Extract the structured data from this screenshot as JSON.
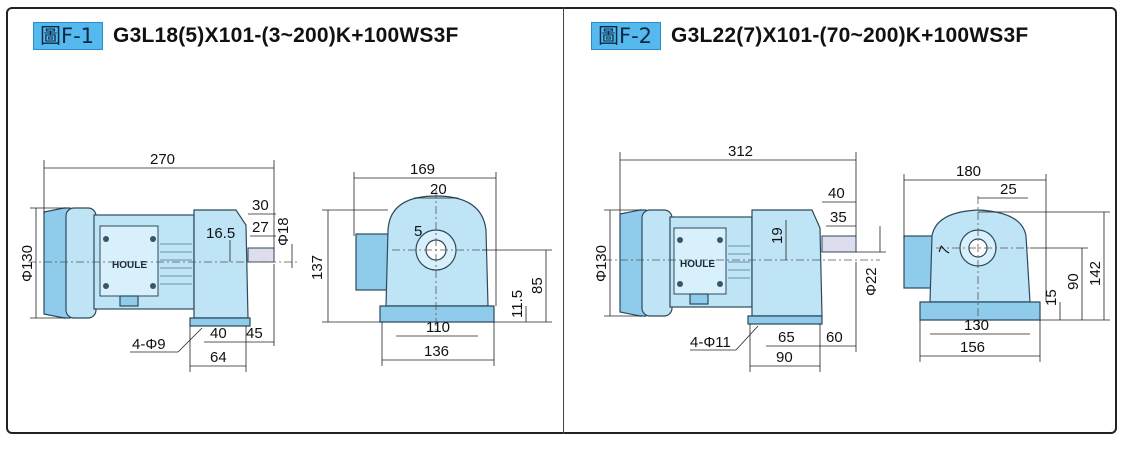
{
  "figures": [
    {
      "badge": "圖F-1",
      "title": "G3L18(5)X101-(3~200)K+100WS3F",
      "nameplate": "HOULE",
      "side_dims": {
        "overall_length": "270",
        "diameter": "Φ130",
        "d30": "30",
        "d27": "27",
        "d16_5": "16.5",
        "shaft_dia": "Φ18",
        "d40": "40",
        "d45": "45",
        "d64": "64",
        "holes": "4-Φ9"
      },
      "front_dims": {
        "width_top": "169",
        "d20": "20",
        "d5": "5",
        "height": "137",
        "d11_5": "11.5",
        "d85": "85",
        "d110": "110",
        "d136": "136"
      }
    },
    {
      "badge": "圖F-2",
      "title": "G3L22(7)X101-(70~200)K+100WS3F",
      "nameplate": "HOULE",
      "side_dims": {
        "overall_length": "312",
        "diameter": "Φ130",
        "d40": "40",
        "d35": "35",
        "d19": "19",
        "shaft_dia": "Φ22",
        "d65": "65",
        "d60": "60",
        "d90": "90",
        "holes": "4-Φ11"
      },
      "front_dims": {
        "width_top": "180",
        "d25": "25",
        "d7": "7",
        "d15": "15",
        "d90": "90",
        "height": "142",
        "d130": "130",
        "d156": "156"
      }
    }
  ],
  "colors": {
    "motor_body": "#bfe4f6",
    "motor_shade": "#8fcbea",
    "badge": "#55b9ee",
    "outline": "#2d4a5c"
  }
}
